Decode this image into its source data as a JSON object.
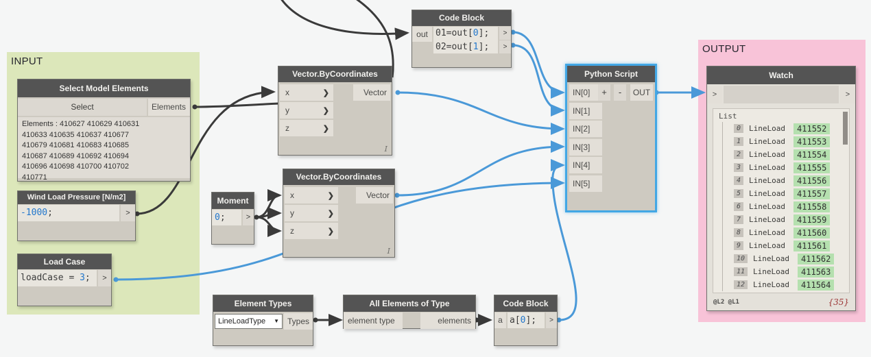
{
  "groups": {
    "input": {
      "title": "INPUT"
    },
    "output": {
      "title": "OUTPUT"
    }
  },
  "colors": {
    "group_input_bg": "#dce7ba",
    "group_output_bg": "#f8c3d8",
    "node_header_bg": "#545454",
    "wire_dark": "#3a3a3a",
    "wire_blue": "#4a99d8",
    "selected_border": "#42a7e5",
    "value_badge_bg": "#b5e0af",
    "code_number": "#2277cc"
  },
  "nodes": {
    "select_model_elements": {
      "title": "Select Model Elements",
      "button": "Select",
      "output": "Elements",
      "preview_lines": [
        "Elements : 410627 410629 410631",
        "410633 410635 410637 410677",
        "410679 410681 410683 410685",
        "410687 410689 410692 410694",
        "410696 410698 410700 410702",
        "410771"
      ]
    },
    "wind_load": {
      "title": "Wind Load Pressure [N/m2]",
      "code": {
        "pre": "",
        "num": "-1000",
        "post": ";"
      },
      "output": ">"
    },
    "load_case": {
      "title": "Load Case",
      "code": {
        "pre": "loadCase = ",
        "num": "3",
        "post": ";"
      },
      "output": ">"
    },
    "moment": {
      "title": "Moment",
      "code": {
        "pre": "",
        "num": "0",
        "post": ";"
      },
      "output": ">"
    },
    "vector1": {
      "title": "Vector.ByCoordinates",
      "inputs": [
        "x",
        "y",
        "z"
      ],
      "output": "Vector",
      "lacing": "I"
    },
    "vector2": {
      "title": "Vector.ByCoordinates",
      "inputs": [
        "x",
        "y",
        "z"
      ],
      "output": "Vector",
      "lacing": "I"
    },
    "code_block_top": {
      "title": "Code Block",
      "input": "out",
      "lines": [
        {
          "pre": "01=out[",
          "num": "0",
          "post": "];"
        },
        {
          "pre": "02=out[",
          "num": "1",
          "post": "];"
        }
      ],
      "out1": ">",
      "out2": ">"
    },
    "python": {
      "title": "Python Script",
      "inputs": [
        "IN[0]",
        "IN[1]",
        "IN[2]",
        "IN[3]",
        "IN[4]",
        "IN[5]"
      ],
      "add": "+",
      "remove": "-",
      "output": "OUT"
    },
    "watch": {
      "title": "Watch",
      "input": ">",
      "output": ">",
      "list_label": "List",
      "rows": [
        {
          "index": "0",
          "label": "LineLoad",
          "value": "411552"
        },
        {
          "index": "1",
          "label": "LineLoad",
          "value": "411553"
        },
        {
          "index": "2",
          "label": "LineLoad",
          "value": "411554"
        },
        {
          "index": "3",
          "label": "LineLoad",
          "value": "411555"
        },
        {
          "index": "4",
          "label": "LineLoad",
          "value": "411556"
        },
        {
          "index": "5",
          "label": "LineLoad",
          "value": "411557"
        },
        {
          "index": "6",
          "label": "LineLoad",
          "value": "411558"
        },
        {
          "index": "7",
          "label": "LineLoad",
          "value": "411559"
        },
        {
          "index": "8",
          "label": "LineLoad",
          "value": "411560"
        },
        {
          "index": "9",
          "label": "LineLoad",
          "value": "411561"
        },
        {
          "index": "10",
          "label": "LineLoad",
          "value": "411562"
        },
        {
          "index": "11",
          "label": "LineLoad",
          "value": "411563"
        },
        {
          "index": "12",
          "label": "LineLoad",
          "value": "411564"
        }
      ],
      "levels": "@L2 @L1",
      "count": "{35}"
    },
    "element_types": {
      "title": "Element Types",
      "dropdown_value": "LineLoadType",
      "caret": "▼",
      "output": "Types"
    },
    "all_elements_of_type": {
      "title": "All Elements of Type",
      "input": "element type",
      "output": "elements"
    },
    "code_block_bottom": {
      "title": "Code Block",
      "input": "a",
      "code": {
        "pre": "a[",
        "num": "0",
        "post": "];"
      },
      "output": ">"
    }
  }
}
